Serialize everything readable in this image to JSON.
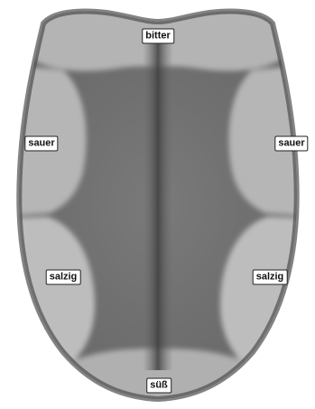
{
  "regions": [
    {
      "id": "bitter",
      "label": "bitter"
    },
    {
      "id": "sour-left",
      "label": "sauer"
    },
    {
      "id": "sour-right",
      "label": "sauer"
    },
    {
      "id": "salty-left",
      "label": "salzig"
    },
    {
      "id": "salty-right",
      "label": "salzig"
    },
    {
      "id": "sweet",
      "label": "süß"
    }
  ],
  "colors": {
    "background": "#ffffff",
    "tongue_edge": "#5d5d5d",
    "tongue_inner": "#747474",
    "center_groove": "#4a4a4a",
    "taste_zone": "#b8b8b8",
    "label_bg": "#ffffff",
    "label_border": "#222222"
  }
}
